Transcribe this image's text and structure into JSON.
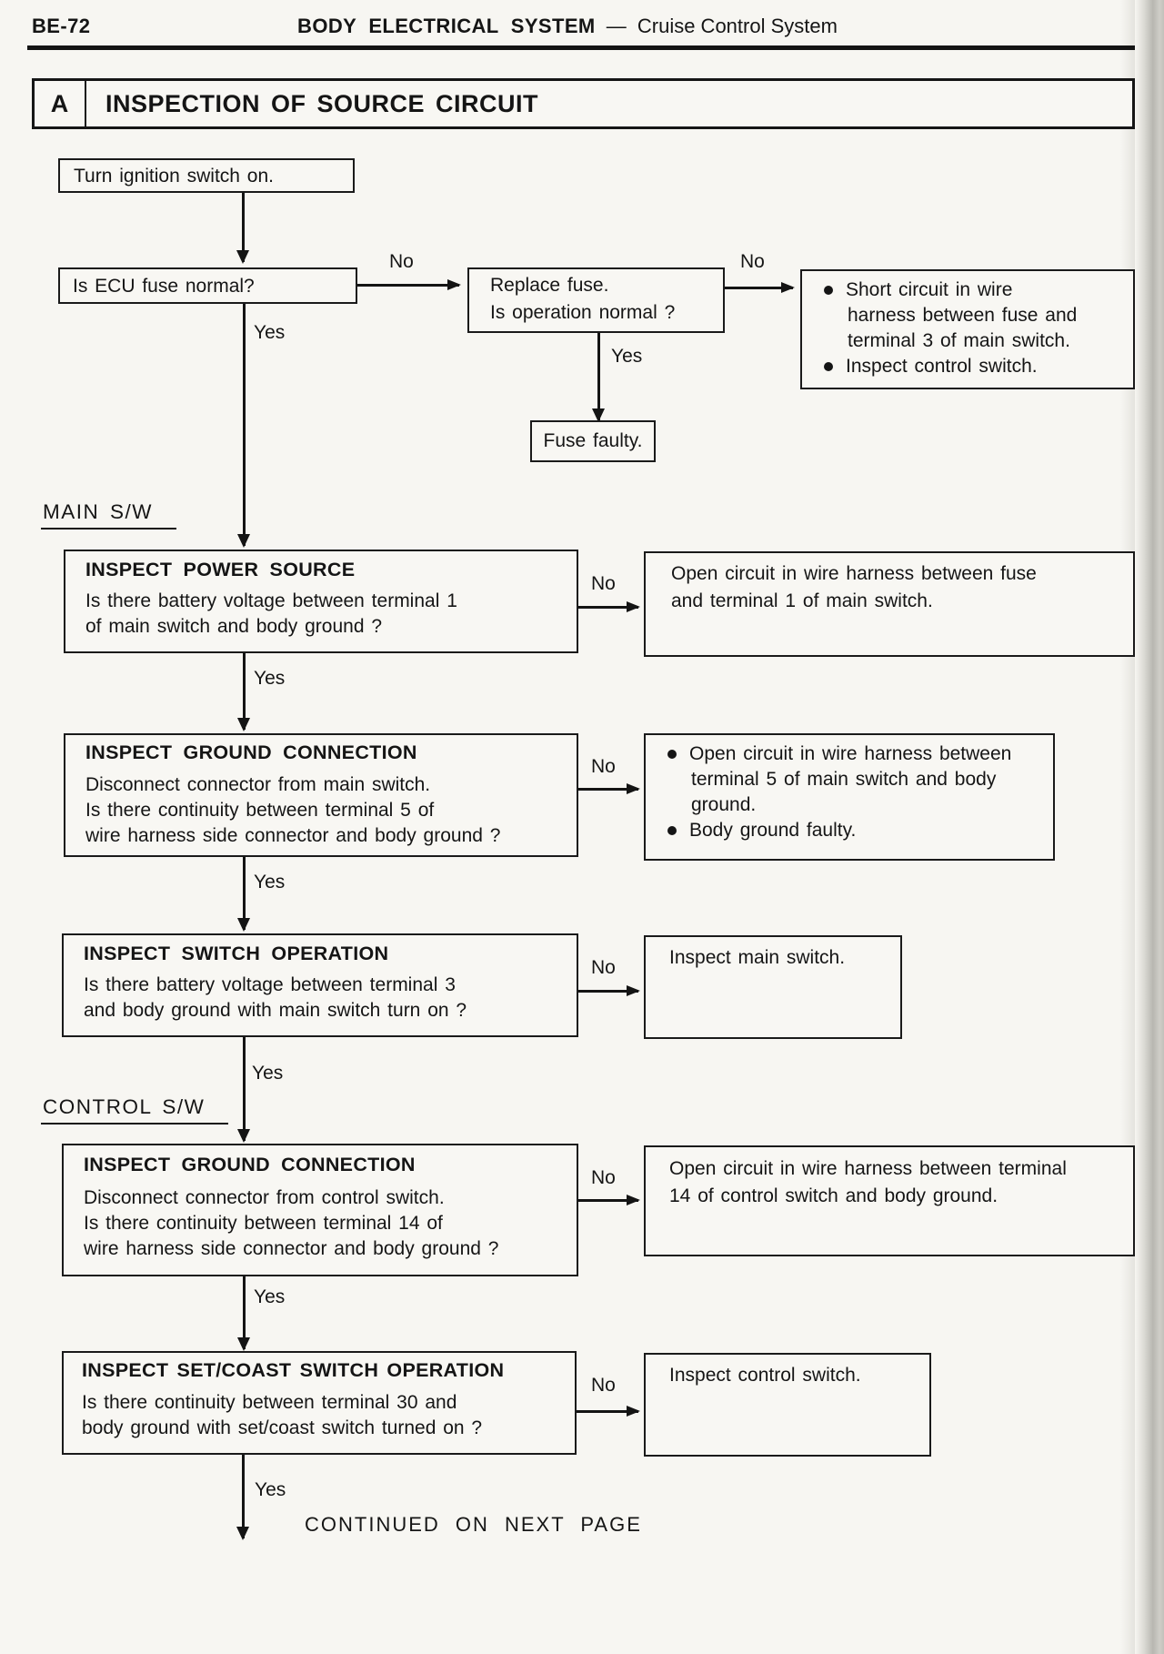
{
  "header": {
    "page_code": "BE-72",
    "title_bold": "BODY ELECTRICAL SYSTEM",
    "title_dash": "—",
    "title_rest": "Cruise Control System"
  },
  "section": {
    "letter": "A",
    "title": "INSPECTION OF SOURCE CIRCUIT"
  },
  "labels": {
    "yes": "Yes",
    "no": "No",
    "main_sw": "MAIN S/W",
    "control_sw": "CONTROL S/W",
    "footer": "CONTINUED ON NEXT PAGE"
  },
  "nodes": {
    "start": {
      "text": "Turn ignition switch on."
    },
    "fuse_q": {
      "text": "Is ECU fuse normal?"
    },
    "replace_fuse": {
      "l1": "Replace fuse.",
      "l2": "Is operation normal ?"
    },
    "fuse_faulty": {
      "text": "Fuse faulty."
    },
    "short_circuit": {
      "b1l1": "Short circuit in wire",
      "b1l2": "harness between fuse and",
      "b1l3": "terminal 3 of main switch.",
      "b2": "Inspect control switch."
    },
    "power_source": {
      "title": "INSPECT POWER SOURCE",
      "l1": "Is there battery voltage between terminal 1",
      "l2": "of main switch and body ground ?"
    },
    "open_fuse_t1": {
      "l1": "Open circuit in wire harness between fuse",
      "l2": "and terminal 1 of main switch."
    },
    "ground_main": {
      "title": "INSPECT GROUND CONNECTION",
      "l1": "Disconnect connector from main switch.",
      "l2": "Is there continuity between terminal 5 of",
      "l3": "wire harness side connector and body ground ?"
    },
    "open_t5": {
      "b1l1": "Open circuit in wire harness between",
      "b1l2": "terminal 5 of main switch and body",
      "b1l3": "ground.",
      "b2": "Body ground faulty."
    },
    "switch_op": {
      "title": "INSPECT SWITCH OPERATION",
      "l1": "Is there battery voltage between terminal 3",
      "l2": "and body ground with main switch turn on ?"
    },
    "inspect_main": {
      "text": "Inspect main switch."
    },
    "ground_ctrl": {
      "title": "INSPECT GROUND CONNECTION",
      "l1": "Disconnect connector from control switch.",
      "l2": "Is there continuity between terminal 14 of",
      "l3": "wire harness side connector and body ground ?"
    },
    "open_t14": {
      "l1": "Open circuit in wire harness between terminal",
      "l2": "14 of control switch and body ground."
    },
    "set_coast": {
      "title": "INSPECT SET/COAST SWITCH OPERATION",
      "l1": "Is there continuity between terminal 30 and",
      "l2": "body ground with set/coast switch turned on ?"
    },
    "inspect_ctrl": {
      "text": "Inspect control switch."
    }
  }
}
